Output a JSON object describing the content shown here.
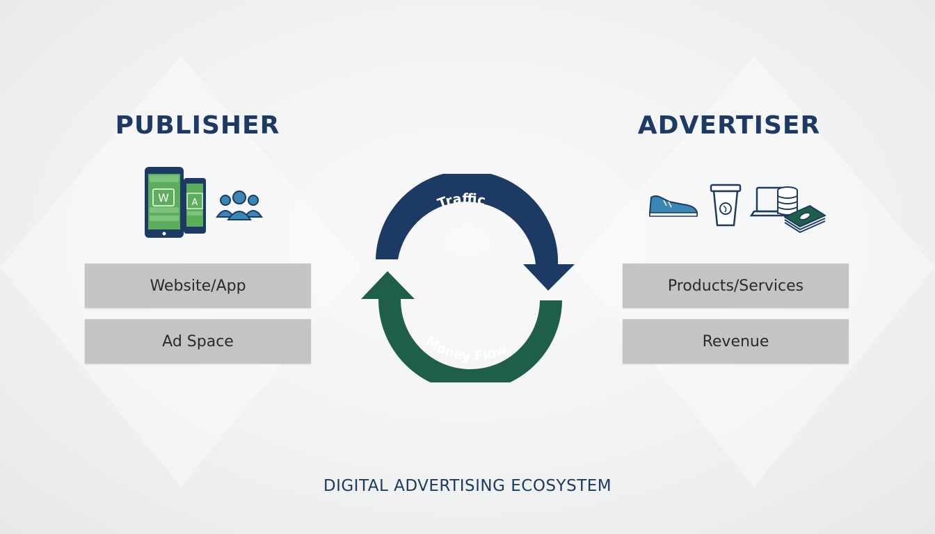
{
  "publisher": {
    "title": "PUBLISHER",
    "phone_letters": [
      "W",
      "A"
    ],
    "boxes": [
      "Website/App",
      "Ad Space"
    ]
  },
  "advertiser": {
    "title": "ADVERTISER",
    "boxes": [
      "Products/Services",
      "Revenue"
    ]
  },
  "cycle": {
    "top_label": "Traffic",
    "bottom_label": "Money Flow"
  },
  "footer": "DIGITAL ADVERTISING ECOSYSTEM",
  "colors": {
    "navy": "#1c3a63",
    "green": "#1f5e47",
    "phone_green": "#5cad5c",
    "icon_blue": "#3a86b4",
    "box_gray": "#c4c4c4"
  },
  "icons": {
    "publisher": [
      "phone-icon",
      "tablet-icon",
      "users-icon"
    ],
    "advertiser": [
      "sneaker-icon",
      "coffee-cup-icon",
      "laptop-icon",
      "coins-icon",
      "cash-icon"
    ]
  }
}
